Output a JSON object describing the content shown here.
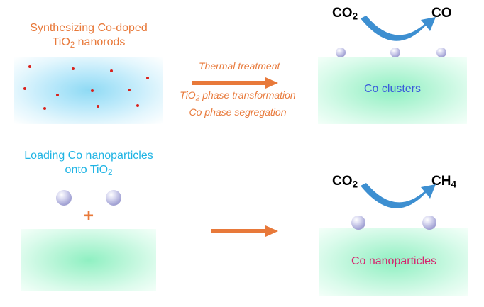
{
  "top": {
    "caption_line1": "Synthesizing Co-doped",
    "caption_line2_prefix": "TiO",
    "caption_line2_sub": "2",
    "caption_line2_suffix": " nanorods",
    "process_line1": "Thermal treatment",
    "process_line2_prefix": "TiO",
    "process_line2_sub": "2",
    "process_line2_suffix": " phase transformation",
    "process_line3": "Co phase segregation",
    "product_label": "Co clusters",
    "reactant": "CO",
    "reactant_sub": "2",
    "product": "CO"
  },
  "bottom": {
    "caption_line1": "Loading Co nanoparticles",
    "caption_line2_prefix": "onto TiO",
    "caption_line2_sub": "2",
    "plus": "+",
    "product_label": "Co nanoparticles",
    "reactant": "CO",
    "reactant_sub": "2",
    "product": "CH",
    "product_sub": "4"
  },
  "colors": {
    "orange": "#e8793a",
    "cyan": "#1fb4e4",
    "co_clusters_text": "#3b5bdb",
    "co_nanoparticles_text": "#d6246e",
    "reaction_arrow": "#3d8fd1",
    "dopant_dot": "#d9211b"
  }
}
